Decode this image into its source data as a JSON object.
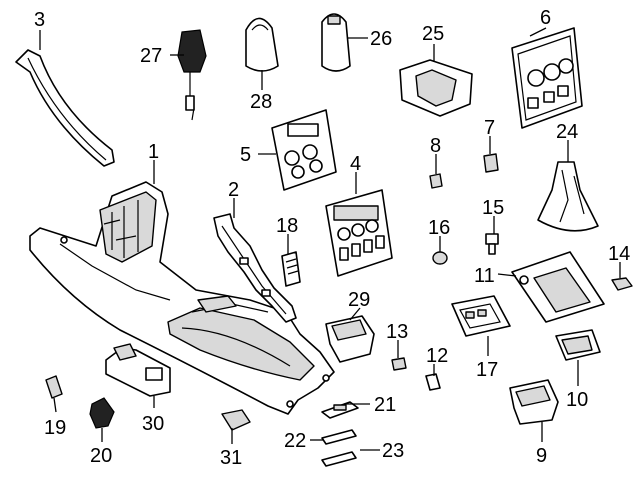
{
  "callouts": [
    {
      "id": "c1",
      "number": "1"
    },
    {
      "id": "c2",
      "number": "2"
    },
    {
      "id": "c3",
      "number": "3"
    },
    {
      "id": "c4",
      "number": "4"
    },
    {
      "id": "c5",
      "number": "5"
    },
    {
      "id": "c6",
      "number": "6"
    },
    {
      "id": "c7",
      "number": "7"
    },
    {
      "id": "c8",
      "number": "8"
    },
    {
      "id": "c9",
      "number": "9"
    },
    {
      "id": "c10",
      "number": "10"
    },
    {
      "id": "c11",
      "number": "11"
    },
    {
      "id": "c12",
      "number": "12"
    },
    {
      "id": "c13",
      "number": "13"
    },
    {
      "id": "c14",
      "number": "14"
    },
    {
      "id": "c15",
      "number": "15"
    },
    {
      "id": "c16",
      "number": "16"
    },
    {
      "id": "c17",
      "number": "17"
    },
    {
      "id": "c18",
      "number": "18"
    },
    {
      "id": "c19",
      "number": "19"
    },
    {
      "id": "c20",
      "number": "20"
    },
    {
      "id": "c21",
      "number": "21"
    },
    {
      "id": "c22",
      "number": "22"
    },
    {
      "id": "c23",
      "number": "23"
    },
    {
      "id": "c24",
      "number": "24"
    },
    {
      "id": "c25",
      "number": "25"
    },
    {
      "id": "c26",
      "number": "26"
    },
    {
      "id": "c27",
      "number": "27"
    },
    {
      "id": "c28",
      "number": "28"
    },
    {
      "id": "c29",
      "number": "29"
    },
    {
      "id": "c30",
      "number": "30"
    },
    {
      "id": "c31",
      "number": "31"
    }
  ]
}
